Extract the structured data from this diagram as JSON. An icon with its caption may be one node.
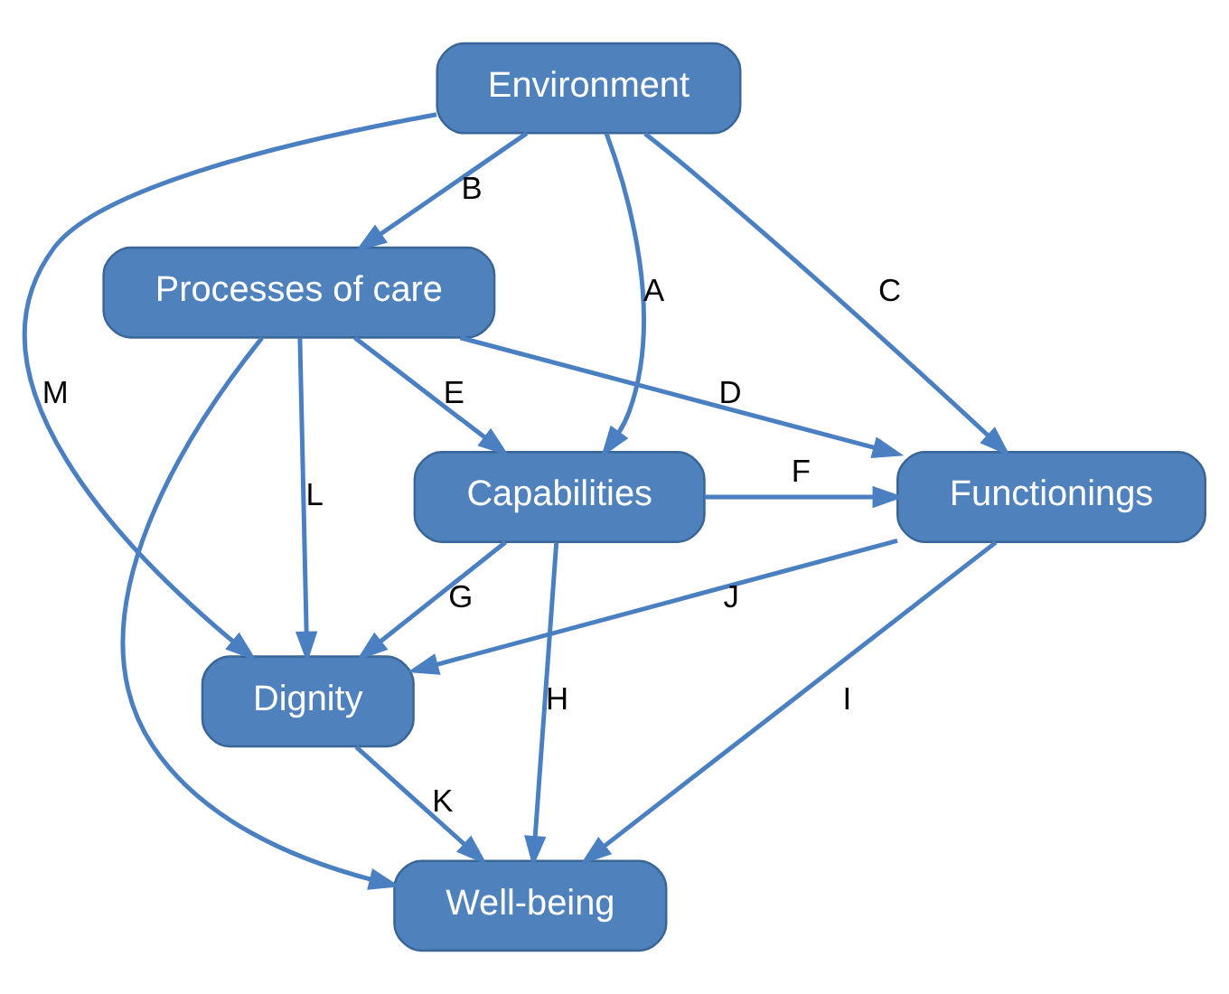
{
  "diagram": {
    "nodes": [
      {
        "text": [
          "Environment"
        ]
      },
      {
        "text": [
          "Processes of care"
        ]
      },
      {
        "text": [
          "Dignity"
        ]
      },
      {
        "text": [
          "Well-being"
        ]
      },
      {
        "text": [
          "Capabilities"
        ]
      },
      {
        "text": [
          "Functionings"
        ]
      }
    ],
    "edges": [
      {
        "from": 0,
        "to": 4,
        "arrow": "to",
        "label": "A"
      },
      {
        "from": 0,
        "to": 1,
        "arrow": "to",
        "label": "B"
      },
      {
        "from": 0,
        "to": 5,
        "arrow": "to",
        "label": "C"
      },
      {
        "from": 0,
        "to": 2,
        "arrow": "to",
        "label": "M"
      },
      {
        "from": 1,
        "to": 4,
        "arrow": "to",
        "label": "E"
      },
      {
        "from": 1,
        "to": 5,
        "arrow": "to",
        "label": "D"
      },
      {
        "from": 1,
        "to": 2,
        "arrow": "to",
        "label": "L"
      },
      {
        "from": 1,
        "to": 3,
        "arrow": "to"
      },
      {
        "from": 4,
        "to": 2,
        "arrow": "to",
        "label": "G"
      },
      {
        "from": 4,
        "to": 3,
        "arrow": "to",
        "label": "H"
      },
      {
        "from": 4,
        "to": 5,
        "arrow": "to",
        "label": "F"
      },
      {
        "from": 5,
        "to": 2,
        "arrow": "to",
        "label": "J"
      },
      {
        "from": 5,
        "to": 3,
        "arrow": "to",
        "label": "I"
      },
      {
        "from": 2,
        "to": 3,
        "arrow": "to",
        "label": "K"
      }
    ]
  }
}
